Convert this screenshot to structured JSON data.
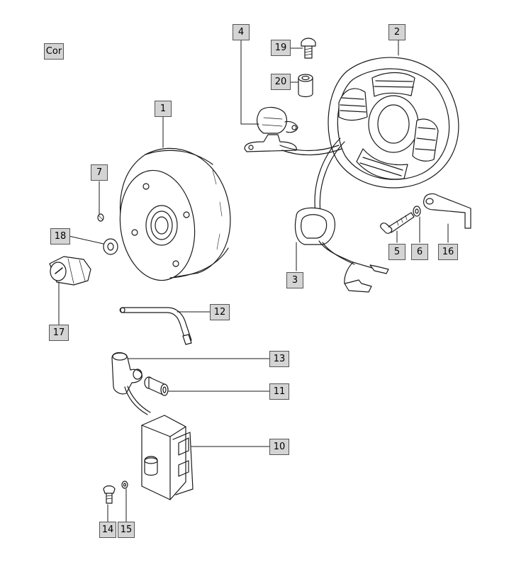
{
  "diagram": {
    "corner_label": "Cor",
    "callouts": [
      {
        "id": "1",
        "text": "1"
      },
      {
        "id": "2",
        "text": "2"
      },
      {
        "id": "3",
        "text": "3"
      },
      {
        "id": "4",
        "text": "4"
      },
      {
        "id": "5",
        "text": "5"
      },
      {
        "id": "6",
        "text": "6"
      },
      {
        "id": "7",
        "text": "7"
      },
      {
        "id": "10",
        "text": "10"
      },
      {
        "id": "11",
        "text": "11"
      },
      {
        "id": "12",
        "text": "12"
      },
      {
        "id": "13",
        "text": "13"
      },
      {
        "id": "14",
        "text": "14"
      },
      {
        "id": "15",
        "text": "15"
      },
      {
        "id": "16",
        "text": "16"
      },
      {
        "id": "17",
        "text": "17"
      },
      {
        "id": "18",
        "text": "18"
      },
      {
        "id": "19",
        "text": "19"
      },
      {
        "id": "20",
        "text": "20"
      }
    ]
  },
  "colors": {
    "line": "#1a1a1a",
    "label_fill": "#d4d4d4",
    "label_border": "#555555",
    "part_fill": "#ffffff"
  }
}
